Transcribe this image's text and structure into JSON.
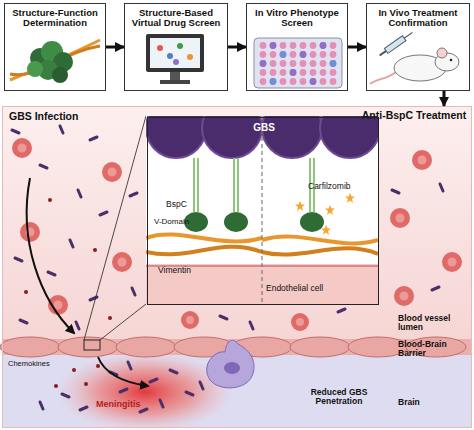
{
  "diagram": {
    "nodes": [
      {
        "text": [
          "Structure-Function Determination"
        ]
      },
      {
        "text": [
          "Structure-Based Virtual Drug Screen"
        ]
      },
      {
        "text": [
          "In Vitro Phenotype Screen"
        ]
      },
      {
        "text": [
          "In Vivo Treatment Confirmation"
        ]
      },
      {
        "text": [
          "GBS Infection",
          "Anti-BspC Treatment"
        ]
      },
      {
        "text": [
          "GBS",
          "BspC",
          "V-Domain",
          "Vimentin",
          "Endothelial cell",
          "Carfilzomib"
        ],
        "in": 4
      }
    ],
    "edges": [
      {
        "from": 0,
        "to": 1,
        "arrow": "to"
      },
      {
        "from": 1,
        "to": 2,
        "arrow": "to"
      },
      {
        "from": 2,
        "to": 3,
        "arrow": "to"
      },
      {
        "from": 3,
        "to": 4,
        "arrow": "to"
      }
    ],
    "labels": [
      "Chemokines",
      "Meningitis",
      "Reduced GBS Penetration",
      "Blood vessel lumen",
      "Blood-Brain Barrier",
      "Brain"
    ]
  }
}
